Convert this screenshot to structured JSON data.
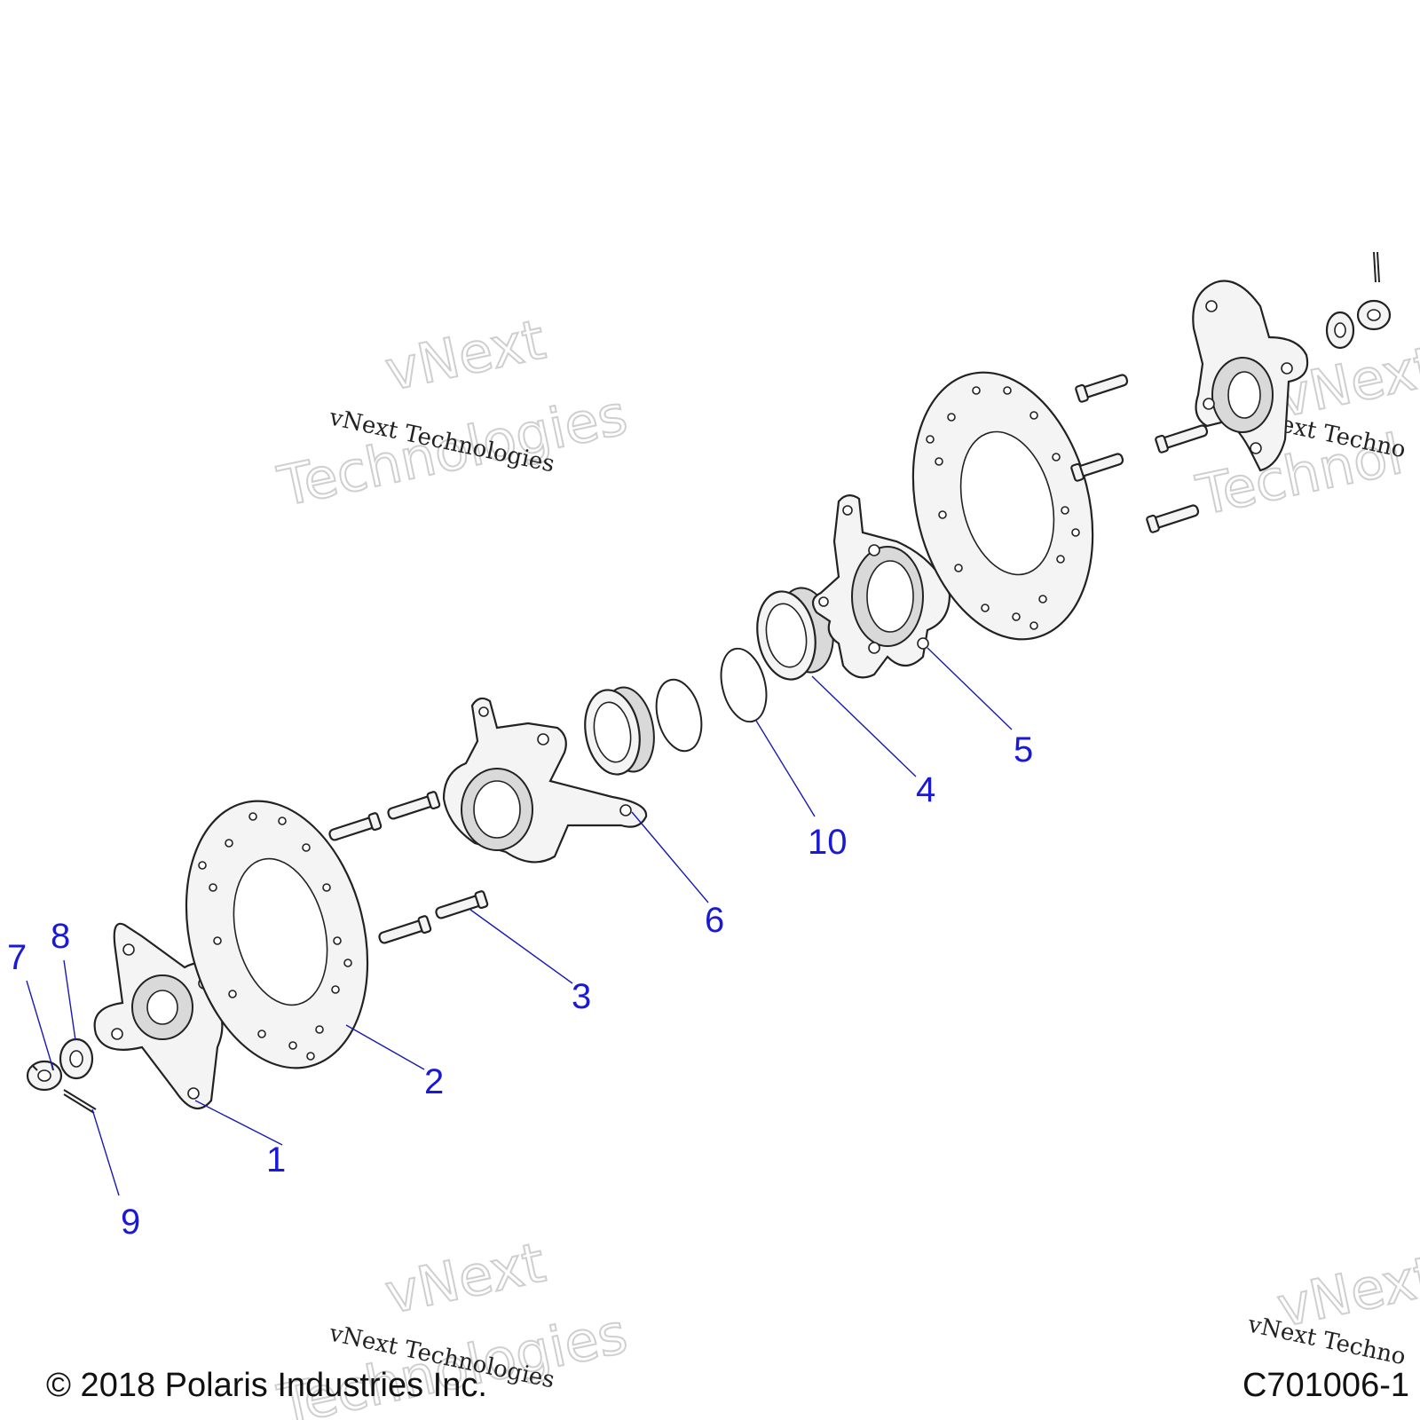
{
  "callouts": {
    "c1": "1",
    "c2": "2",
    "c3": "3",
    "c4": "4",
    "c5": "5",
    "c6": "6",
    "c7": "7",
    "c8": "8",
    "c9": "9",
    "c10": "10"
  },
  "watermark": {
    "small": "vNext Technologies",
    "big_line1": "vNext",
    "big_line2": "Technologies",
    "right_small": "vNext Techno",
    "right_big_line1": "vNext",
    "right_big_line2": "Technol"
  },
  "footer": {
    "copyright": "© 2018 Polaris Industries Inc.",
    "figure_id": "C701006-1"
  },
  "colors": {
    "callout": "#1a1ad6",
    "leader": "#1a1ab0",
    "line_art": "#222222"
  }
}
